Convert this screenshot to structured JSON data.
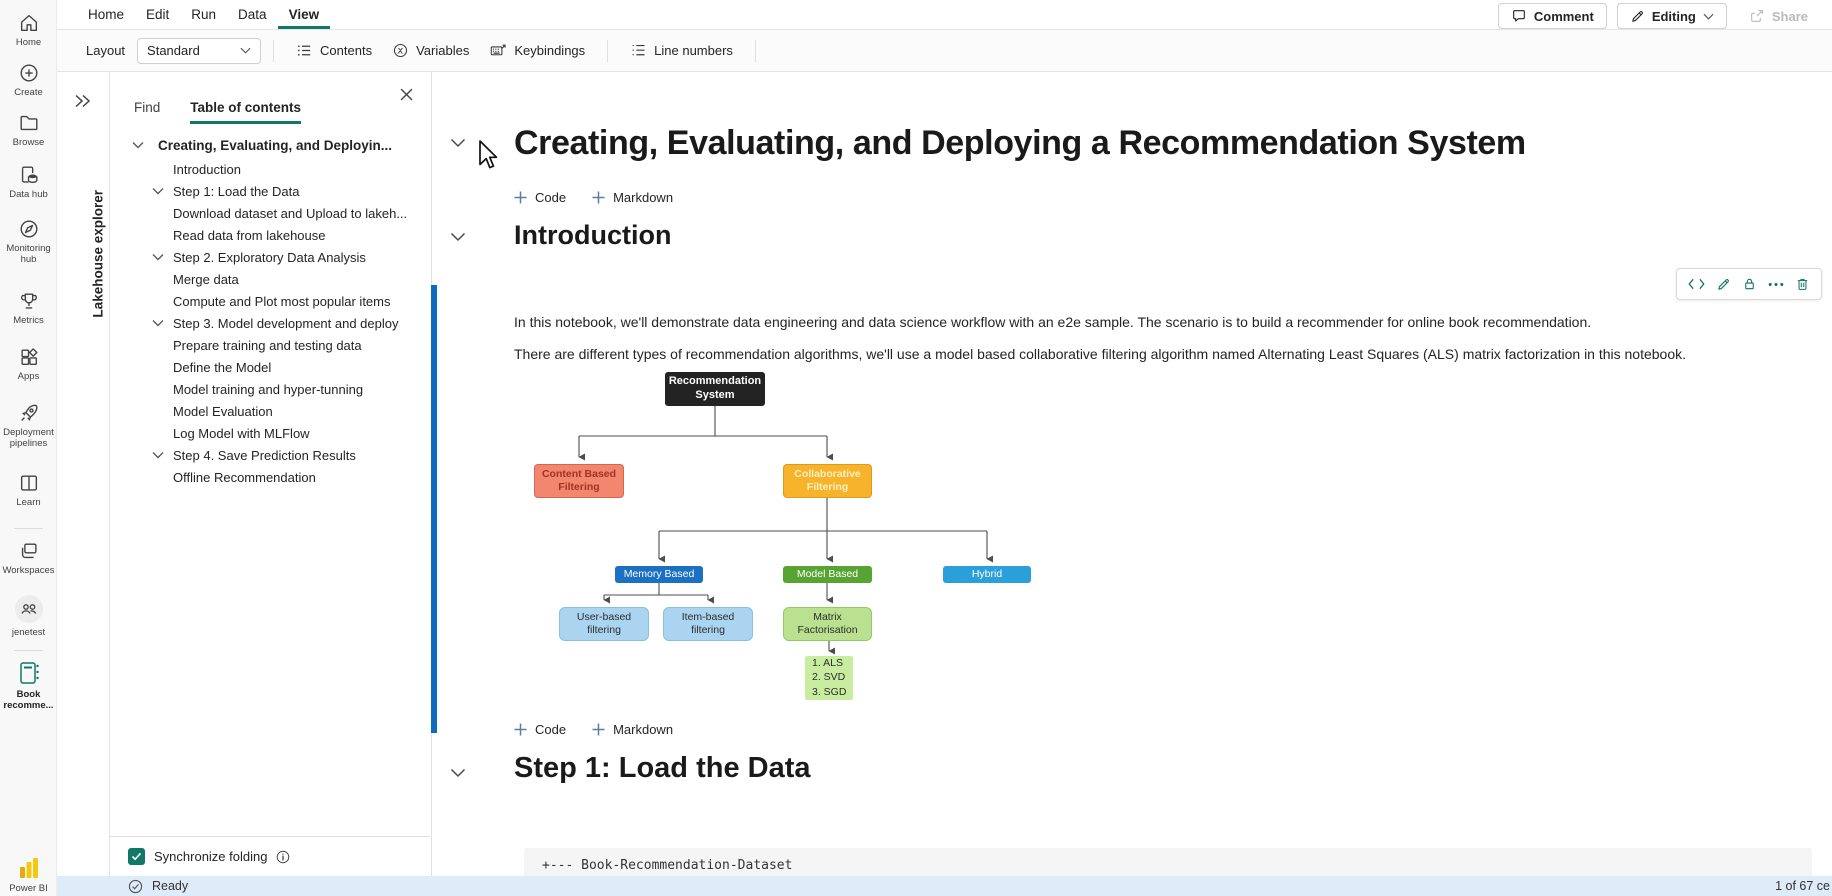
{
  "colors": {
    "accent_teal": "#117865",
    "scrollbar_blue": "#0f6cbd",
    "statusbar_bg": "#deecf9",
    "powerbi_yellow": "#f2c811",
    "diagram_black": "#232323",
    "diagram_salmon": "#f3866e",
    "diagram_amber": "#f6b32b",
    "diagram_dark_blue": "#1b70c3",
    "diagram_green": "#58a433",
    "diagram_sky_blue": "#2b9fd9",
    "diagram_light_blue": "#aad4f0",
    "diagram_light_green": "#b9e18f"
  },
  "menu_bar": {
    "items": [
      "Home",
      "Edit",
      "Run",
      "Data",
      "View"
    ],
    "active_item": "View",
    "comment_label": "Comment",
    "editing_label": "Editing",
    "share_label": "Share"
  },
  "toolbar": {
    "layout_label": "Layout",
    "layout_value": "Standard",
    "contents_label": "Contents",
    "variables_label": "Variables",
    "keybindings_label": "Keybindings",
    "line_numbers_label": "Line numbers"
  },
  "nav_rail": {
    "items": [
      {
        "icon": "home-icon",
        "label": "Home"
      },
      {
        "icon": "create-icon",
        "label": "Create"
      },
      {
        "icon": "browse-icon",
        "label": "Browse"
      },
      {
        "icon": "data-hub-icon",
        "label": "Data hub"
      },
      {
        "icon": "monitoring-hub-icon",
        "label": "Monitoring hub"
      },
      {
        "icon": "metrics-icon",
        "label": "Metrics"
      },
      {
        "icon": "apps-icon",
        "label": "Apps"
      },
      {
        "icon": "deployment-pipelines-icon",
        "label": "Deployment pipelines"
      },
      {
        "icon": "learn-icon",
        "label": "Learn"
      },
      {
        "icon": "workspaces-icon",
        "label": "Workspaces"
      },
      {
        "icon": "workspace-avatar",
        "label": "jenetest"
      },
      {
        "icon": "notebook-icon",
        "label": "Book recomme..."
      }
    ],
    "power_bi_label": "Power BI"
  },
  "lakehouse_panel": {
    "title": "Lakehouse explorer"
  },
  "toc_panel": {
    "tabs": [
      "Find",
      "Table of contents"
    ],
    "active_tab": "Table of contents",
    "items": [
      {
        "text": "Creating, Evaluating, and Deployin...",
        "level": 0,
        "chevron": true,
        "bold": true
      },
      {
        "text": "Introduction",
        "level": 1,
        "chevron": false
      },
      {
        "text": "Step 1: Load the Data",
        "level": 1,
        "chevron": true
      },
      {
        "text": "Download dataset and Upload to lakeh...",
        "level": 1,
        "chevron": false
      },
      {
        "text": "Read data from lakehouse",
        "level": 1,
        "chevron": false
      },
      {
        "text": "Step 2. Exploratory Data Analysis",
        "level": 1,
        "chevron": true
      },
      {
        "text": "Merge data",
        "level": 1,
        "chevron": false
      },
      {
        "text": "Compute and Plot most popular items",
        "level": 1,
        "chevron": false
      },
      {
        "text": "Step 3. Model development and deploy",
        "level": 1,
        "chevron": true
      },
      {
        "text": "Prepare training and testing data",
        "level": 1,
        "chevron": false
      },
      {
        "text": "Define the Model",
        "level": 1,
        "chevron": false
      },
      {
        "text": "Model training and hyper-tunning",
        "level": 1,
        "chevron": false
      },
      {
        "text": "Model Evaluation",
        "level": 1,
        "chevron": false
      },
      {
        "text": "Log Model with MLFlow",
        "level": 1,
        "chevron": false
      },
      {
        "text": "Step 4. Save Prediction Results",
        "level": 1,
        "chevron": true
      },
      {
        "text": "Offline Recommendation",
        "level": 1,
        "chevron": false
      }
    ],
    "synchronize_label": "Synchronize folding"
  },
  "notebook": {
    "title": "Creating, Evaluating, and Deploying a Recommendation System",
    "add_code_label": "Code",
    "add_markdown_label": "Markdown",
    "intro_heading": "Introduction",
    "step1_heading": "Step 1: Load the Data",
    "paragraphs": [
      "In this notebook, we'll demonstrate data engineering and data science workflow with an e2e sample. The scenario is to build a recommender for online book recommendation.",
      "There are different types of recommendation algorithms, we'll use a model based collaborative filtering algorithm named Alternating Least Squares (ALS) matrix factorization in this notebook."
    ],
    "cell_toolbar_icons": [
      "code",
      "edit",
      "lock",
      "more",
      "delete"
    ],
    "code_preview": "+--- Book-Recommendation-Dataset"
  },
  "diagram": {
    "nodes": [
      {
        "label": "Recommendation System",
        "color": "#232323"
      },
      {
        "label": "Content Based Filtering",
        "color": "#f3866e"
      },
      {
        "label": "Collaborative Filtering",
        "color": "#f6b32b"
      },
      {
        "label": "Memory Based",
        "color": "#1b70c3"
      },
      {
        "label": "Model Based",
        "color": "#58a433"
      },
      {
        "label": "Hybrid",
        "color": "#2b9fd9"
      },
      {
        "label": "User-based filtering",
        "color": "#aad4f0"
      },
      {
        "label": "Item-based filtering",
        "color": "#aad4f0"
      },
      {
        "label": "Matrix Factorisation",
        "color": "#b9e18f"
      },
      {
        "lines": [
          "1. ALS",
          "2. SVD",
          "3. SGD"
        ],
        "color": "#c9eda0"
      }
    ]
  },
  "status_bar": {
    "ready_label": "Ready",
    "cell_count": "1 of 67 ce"
  }
}
